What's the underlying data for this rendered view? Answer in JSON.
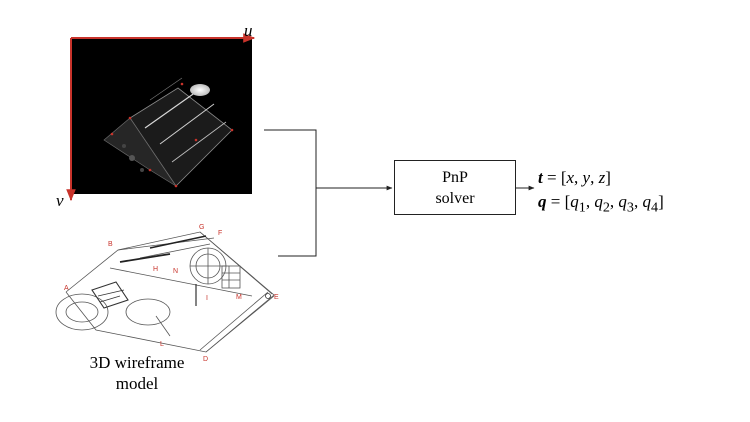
{
  "image_panel": {
    "axis_u": "u",
    "axis_v": "v",
    "colors": {
      "axis": "#c8332b",
      "background": "#000000",
      "keypoint": "#c8332b"
    }
  },
  "wireframe": {
    "caption_line1": "3D wireframe",
    "caption_line2": "model",
    "points": [
      "A",
      "B",
      "G",
      "F",
      "H",
      "N",
      "I",
      "M",
      "E",
      "L",
      "D"
    ]
  },
  "solver": {
    "line1": "PnP",
    "line2": "solver"
  },
  "output": {
    "t": {
      "name": "t",
      "eq": "=",
      "value_parts": [
        "[",
        "x",
        ", ",
        "y",
        ", ",
        "z",
        "]"
      ]
    },
    "q": {
      "name": "q",
      "eq": "=",
      "value_parts": [
        "[",
        "q",
        "1",
        ", ",
        "q",
        "2",
        ", ",
        "q",
        "3",
        ", ",
        "q",
        "4",
        "]"
      ]
    }
  }
}
